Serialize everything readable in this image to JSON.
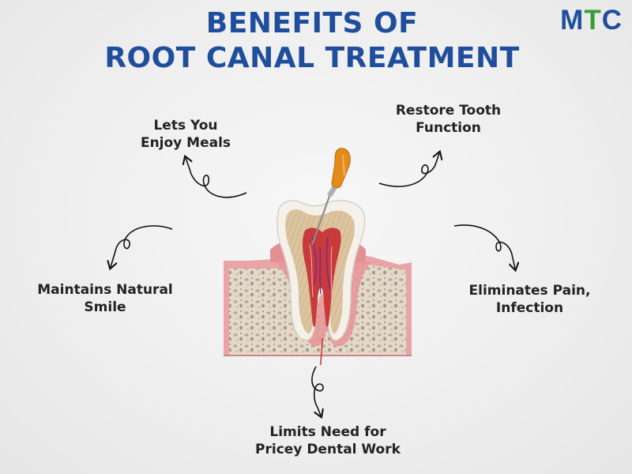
{
  "title": {
    "line1": "BENEFITS OF",
    "line2": "ROOT CANAL TREATMENT"
  },
  "logo": {
    "m": "M",
    "t": "T",
    "c": "C"
  },
  "benefits": [
    {
      "line1": "Lets You",
      "line2": "Enjoy Meals"
    },
    {
      "line1": "Restore Tooth",
      "line2": "Function"
    },
    {
      "line1": "Maintains Natural",
      "line2": "Smile"
    },
    {
      "line1": "Eliminates Pain,",
      "line2": "Infection"
    },
    {
      "line1": "Limits Need for",
      "line2": "Pricey Dental Work"
    }
  ],
  "colors": {
    "title": "#1f4e9c",
    "logo_t": "#3a9b3a",
    "gum": "#e8a7a9",
    "bone": "#ddd2c2",
    "pulp": "#c83a3c",
    "instrument_handle": "#e38b18"
  }
}
